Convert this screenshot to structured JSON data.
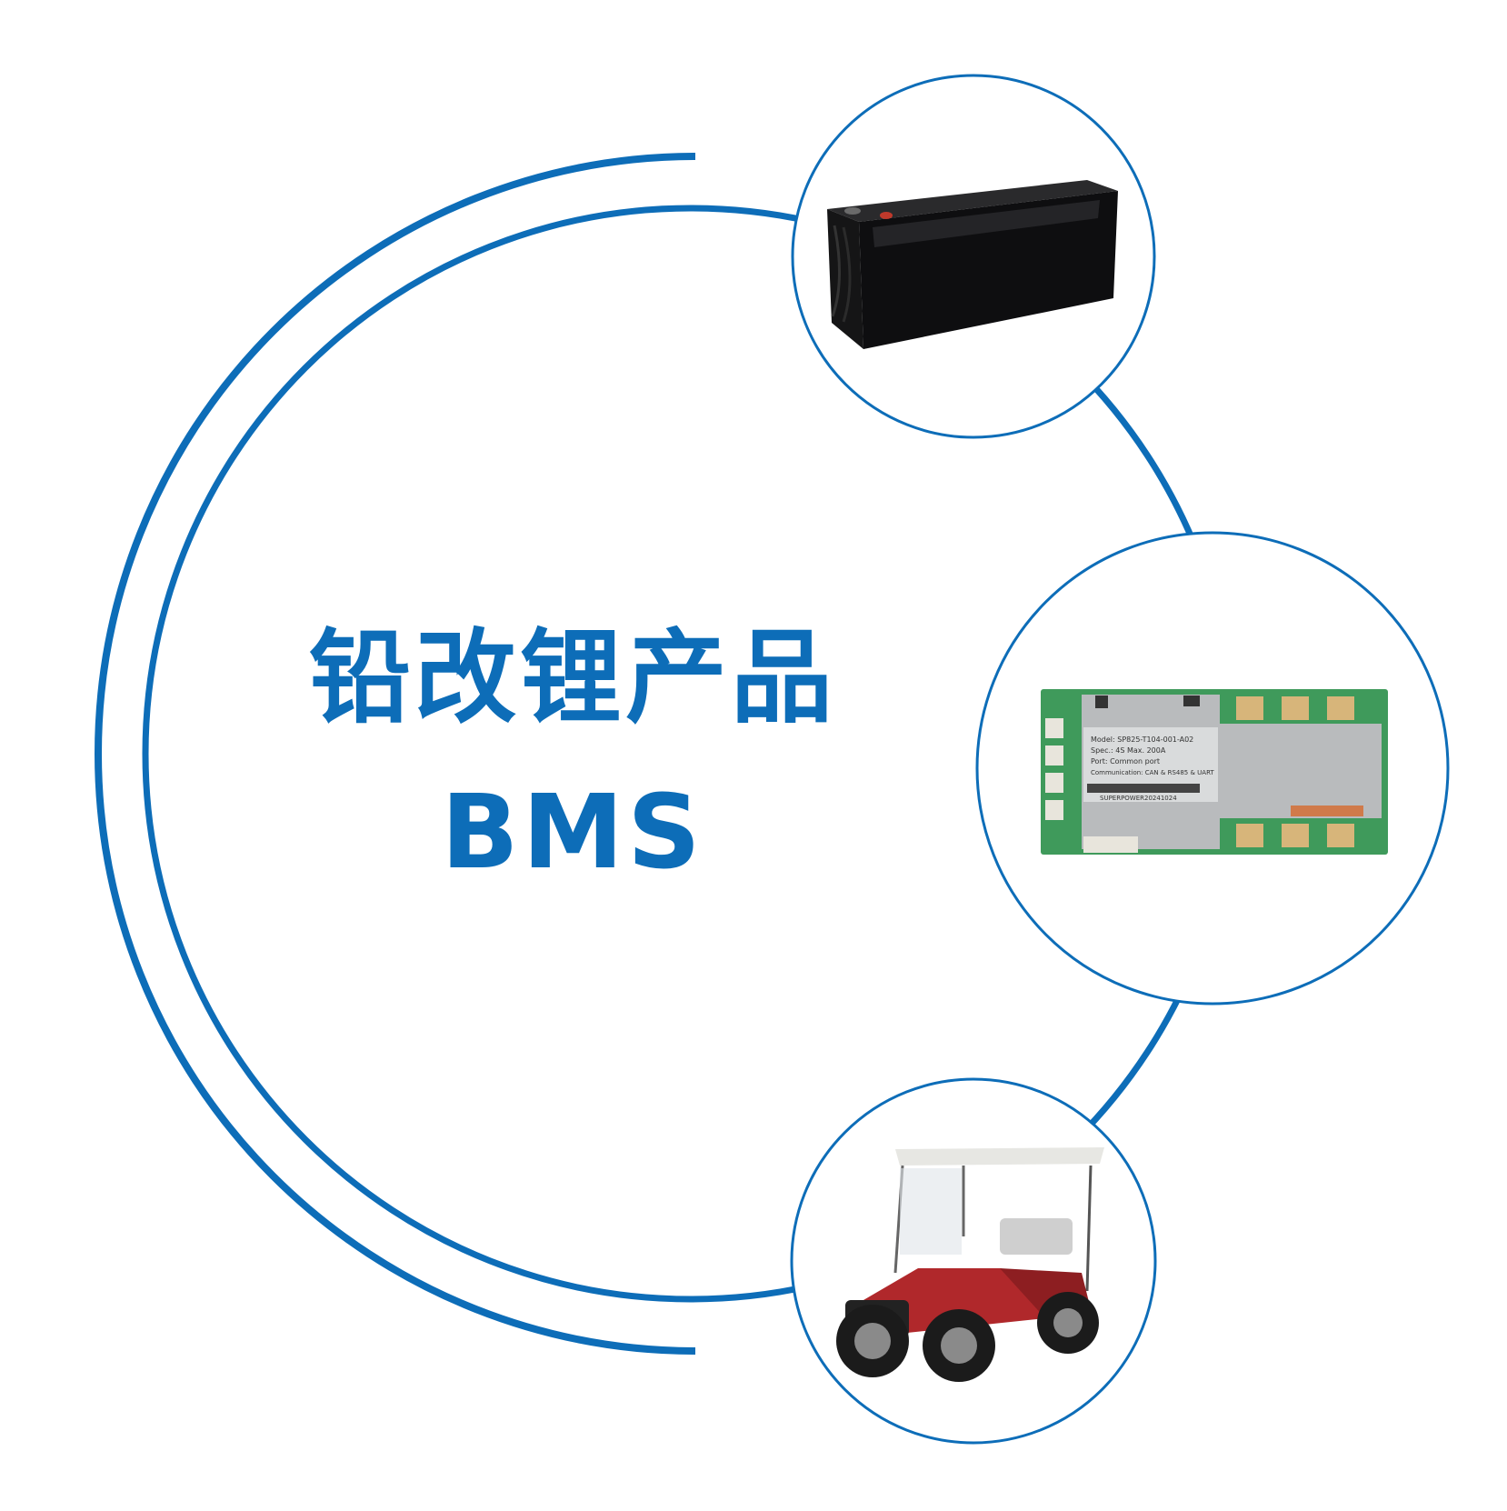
{
  "colors": {
    "brand_blue": "#0d6db8",
    "background": "#ffffff"
  },
  "headline": {
    "line1": "铅改锂产品",
    "line2": "BMS"
  },
  "bms_board": {
    "label_lines": [
      "Model: SP825-T104-001-A02",
      "Spec.: 4S  Max. 200A",
      "Port:  Common port",
      "Communication: CAN & RS485 & UART",
      "SUPERPOWER20241024"
    ]
  },
  "product_images": [
    "lead-acid-battery-photo",
    "bms-board-photo",
    "golf-cart-photo"
  ]
}
